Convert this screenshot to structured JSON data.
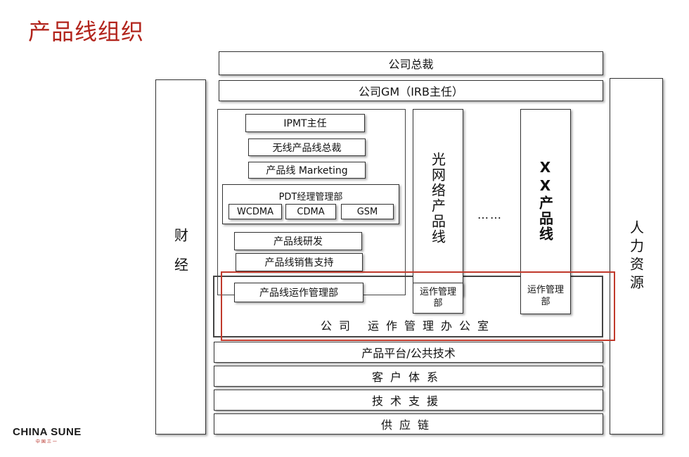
{
  "page": {
    "title": "产品线组织",
    "logo": "CHINA SUNE",
    "logo_sub": "中国三一"
  },
  "diagram": {
    "top": {
      "ceo": "公司总裁",
      "gm": "公司GM（IRB主任）"
    },
    "left_side": "财经",
    "right_side": "人力资源",
    "wireless": {
      "ipmt": "IPMT主任",
      "president": "无线产品线总裁",
      "marketing": "产品线 Marketing",
      "pdt": {
        "title": "PDT经理管理部",
        "items": [
          "WCDMA",
          "CDMA",
          "GSM"
        ]
      },
      "rnd": "产品线研发",
      "sales": "产品线销售支持",
      "ops": "产品线运作管理部"
    },
    "optical": {
      "name": "光网络产品线",
      "ops": "运作管理部"
    },
    "ellipsis": "……",
    "xx": {
      "name": "XX产品线",
      "ops": "运作管理部"
    },
    "office": "公司 运作管理办公室",
    "platform": "产品平台/公共技术",
    "customer": "客户体系",
    "tech_support": "技术支援",
    "supply": "供应链"
  },
  "colors": {
    "title": "#b2241c",
    "highlight": "#c0392b"
  }
}
